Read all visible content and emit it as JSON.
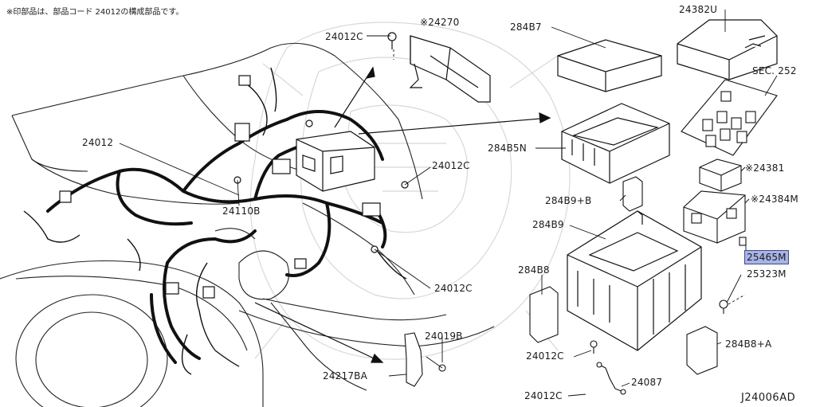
{
  "note": "※印部品は、部品コード 24012の構成部品です。",
  "diagram_code": "J24006AD",
  "highlight_color": "#a8b4e6",
  "labels": {
    "p24012": "24012",
    "p24110b": "24110B",
    "p24012c_top": "24012C",
    "p24270": "※24270",
    "p24012c_mid": "24012C",
    "p24012c_low": "24012C",
    "p24217ba": "24217BA",
    "p24019b": "24019B",
    "p284b7": "284B7",
    "p24382u": "24382U",
    "sec252": "SEC. 252",
    "p284b5n": "284B5N",
    "p24381": "※24381",
    "p284b9b": "284B9+B",
    "p24384m": "※24384M",
    "p284b9": "284B9",
    "p25465m": "25465M",
    "p284b8": "284B8",
    "p25323m": "25323M",
    "p24012c_box1": "24012C",
    "p284b8a": "284B8+A",
    "p24087": "24087",
    "p24012c_box2": "24012C"
  }
}
